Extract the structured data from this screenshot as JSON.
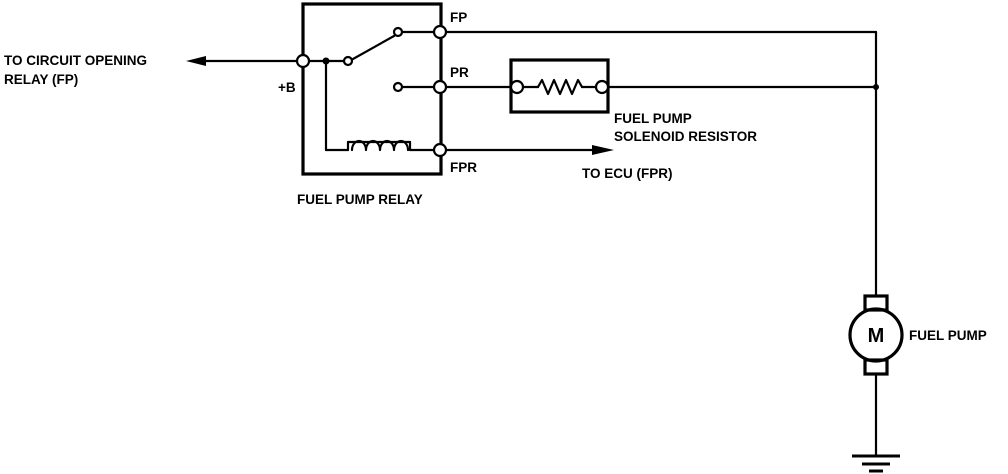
{
  "labels": {
    "to_circuit_opening_line1": "TO CIRCUIT OPENING",
    "to_circuit_opening_line2": "RELAY (FP)",
    "plus_b": "+B",
    "fp": "FP",
    "pr": "PR",
    "fpr": "FPR",
    "fuel_pump_relay": "FUEL PUMP RELAY",
    "resistor_line1": "FUEL PUMP",
    "resistor_line2": "SOLENOID RESISTOR",
    "to_ecu": "TO ECU (FPR)",
    "motor_symbol": "M",
    "fuel_pump": "FUEL PUMP"
  }
}
